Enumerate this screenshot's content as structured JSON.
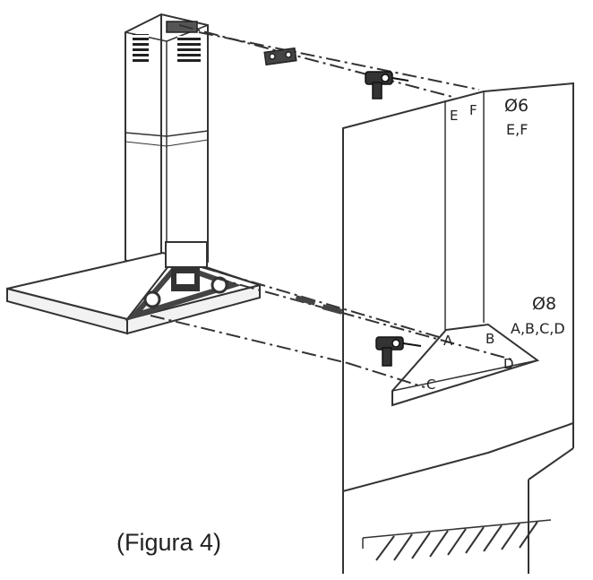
{
  "labels": {
    "e": "E",
    "f": "F",
    "dia6": "Ø6",
    "ef": "E,F",
    "dia8": "Ø8",
    "abcd": "A,B,C,D",
    "a": "A",
    "b": "B",
    "c": "C",
    "d": "D"
  },
  "caption": "(Figura 4)"
}
